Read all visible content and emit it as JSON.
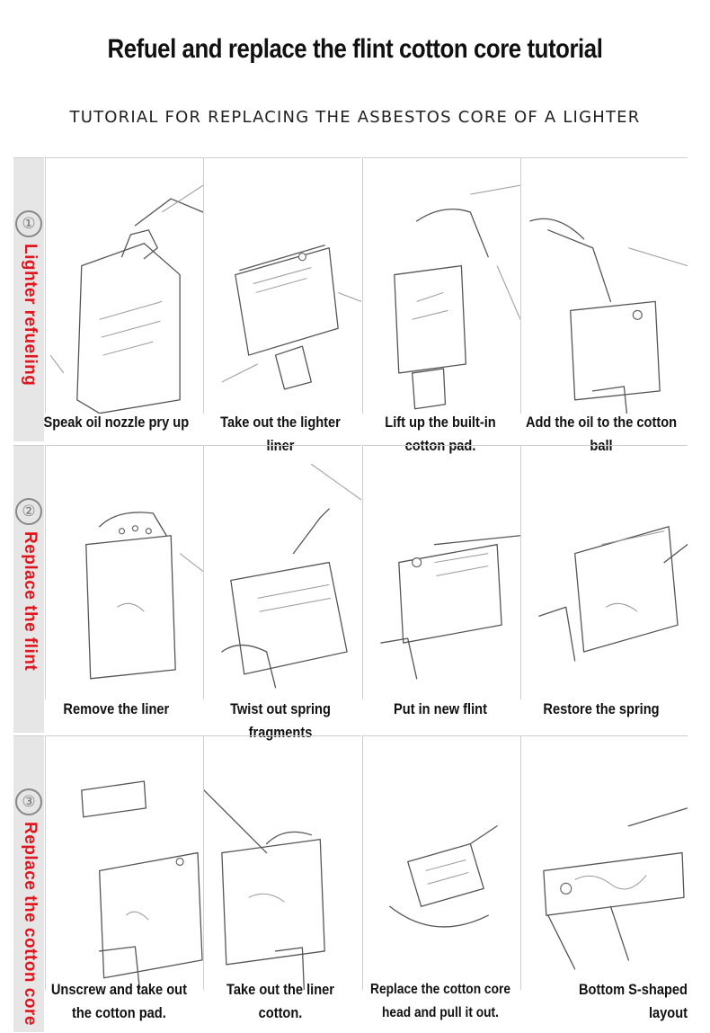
{
  "header": {
    "title": "Refuel and replace the flint cotton core tutorial",
    "subtitle": "TUTORIAL FOR REPLACING THE ASBESTOS CORE OF A LIGHTER"
  },
  "sections": [
    {
      "number": "①",
      "label": "Lighter refueling",
      "steps": [
        {
          "caption": "Speak oil nozzle pry up"
        },
        {
          "caption": "Take out the lighter liner"
        },
        {
          "caption": "Lift up the built-in cotton pad."
        },
        {
          "caption": "Add the oil to the cotton ball"
        }
      ]
    },
    {
      "number": "②",
      "label": "Replace the flint",
      "steps": [
        {
          "caption": "Remove the liner"
        },
        {
          "caption": "Twist out spring fragments"
        },
        {
          "caption": "Put in new flint"
        },
        {
          "caption": "Restore the spring"
        }
      ]
    },
    {
      "number": "③",
      "label": "Replace the cotton core",
      "steps": [
        {
          "caption": "Unscrew and take out the cotton pad."
        },
        {
          "caption": "Take out the liner cotton."
        },
        {
          "caption": "Replace the cotton core head and pull it out."
        },
        {
          "caption": "Bottom S-shaped layout"
        }
      ]
    }
  ],
  "colors": {
    "accent_label": "#e0161e",
    "sidebar": "#e6e6e6"
  }
}
